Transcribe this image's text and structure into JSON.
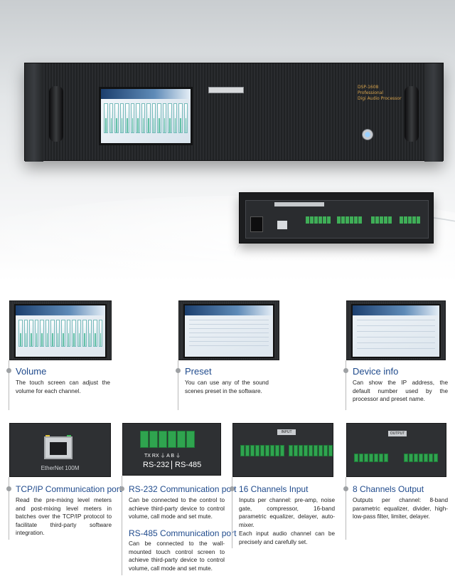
{
  "hero": {
    "model_text": "DSP-1608\nProfessional\nDigi Audio Processor"
  },
  "features_row1": [
    {
      "title": "Volume",
      "text": "The touch screen can adjust the volume for each channel."
    },
    {
      "title": "Preset",
      "text": "You can use any of the sound scenes preset in the software."
    },
    {
      "title": "Device info",
      "text": "Can show the IP address, the default number used by the processor and preset name."
    }
  ],
  "features_row2": {
    "tcp": {
      "photo_label": "EtherNet 100M",
      "title": "TCP/IP Communication port",
      "text": "Read the pre-mixing level meters and post-mixing level meters in batches over the TCP/IP protocol to facilitate third-party software integration."
    },
    "rs232": {
      "title": "RS-232 Communication port",
      "text": "Can be connected to the control to achieve third-party device to control volume, call mode and set mute."
    },
    "rs485": {
      "title": "RS-485 Communication port",
      "text": "Can be connected to the wall-mounted touch control screen to achieve third-party device to control volume, call mode and set mute."
    },
    "rs_photo": {
      "top_labels": "TX  RX  ⏚    A   B  ⏚",
      "label_232": "RS-232",
      "label_485": "RS-485"
    },
    "input": {
      "photo_label": "INPUT",
      "title": "16 Channels Input",
      "text1": "Inputs per channel: pre-amp, noise gate, compressor, 16-band parametric equalizer, delayer, auto-mixer.",
      "text2": "Each input audio channel can be precisely and carefully set."
    },
    "output": {
      "photo_label": "OUTPUT",
      "title": "8 Channels Output",
      "text": "Outputs per channel: 8-band parametric equalizer, divider, high-low-pass filter, limiter, delayer."
    }
  },
  "colors": {
    "title_blue": "#1f4a8c",
    "terminal_green": "#2fa44f"
  }
}
